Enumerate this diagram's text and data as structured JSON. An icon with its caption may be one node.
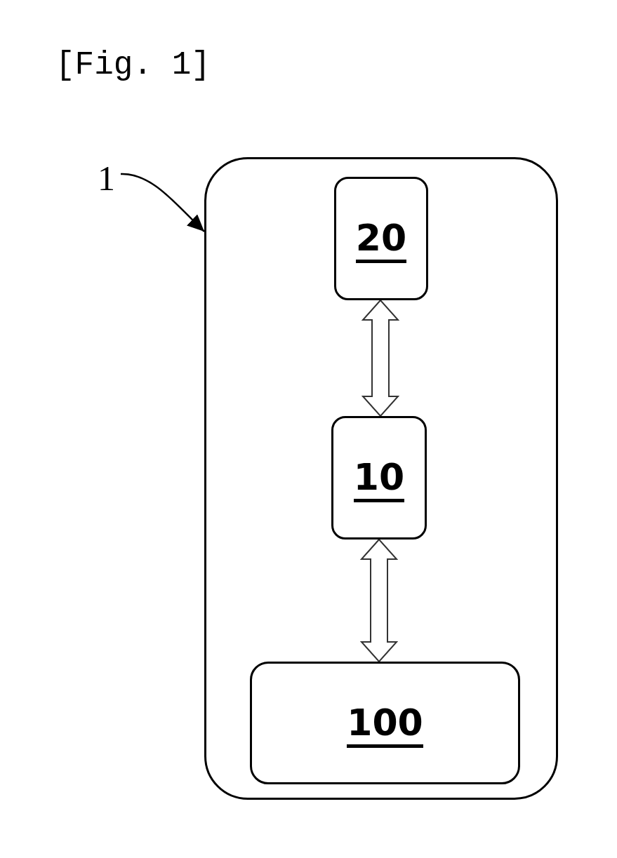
{
  "diagram": {
    "title": "[Fig. 1]",
    "nodes": [
      {
        "text": [
          "1"
        ]
      },
      {
        "text": [],
        "shape": "box"
      },
      {
        "text": [
          "20"
        ],
        "in": 1
      },
      {
        "text": [
          "10"
        ],
        "in": 1
      },
      {
        "text": [
          "100"
        ],
        "in": 1
      }
    ],
    "edges": [
      {
        "from": 0,
        "to": 1,
        "arrow": "to"
      },
      {
        "from": 2,
        "to": 3,
        "arrow": "both",
        "style": "thick"
      },
      {
        "from": 3,
        "to": 4,
        "arrow": "both",
        "style": "thick"
      }
    ]
  }
}
